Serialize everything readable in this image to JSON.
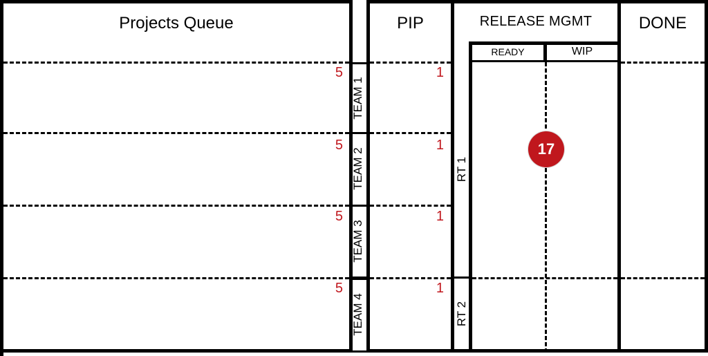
{
  "columns": {
    "projects_queue": "Projects Queue",
    "pip": "PIP",
    "release_mgmt": "RELEASE MGMT",
    "ready": "READY",
    "wip": "WIP",
    "done": "DONE"
  },
  "teams": [
    "TEAM 1",
    "TEAM 2",
    "TEAM 3",
    "TEAM 4"
  ],
  "queue_limits": [
    "5",
    "5",
    "5",
    "5"
  ],
  "pip_limits": [
    "1",
    "1",
    "1",
    "1"
  ],
  "release_teams": [
    "RT 1",
    "RT 2"
  ],
  "release_wip_badge": "17",
  "colors": {
    "accent": "#c0171d",
    "line": "#000000"
  }
}
